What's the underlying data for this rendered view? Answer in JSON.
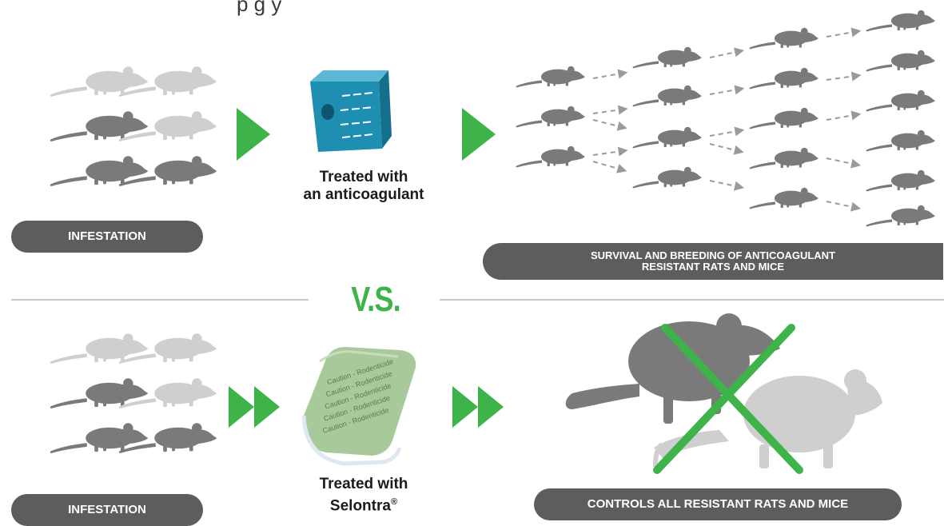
{
  "header": {
    "partial_text": "p        g  y"
  },
  "top_row": {
    "infestation_label": "INFESTATION",
    "treatment_caption_line1": "Treated with",
    "treatment_caption_line2": "an anticoagulant",
    "outcome_label_line1": "SURVIVAL AND BREEDING OF ANTICOAGULANT",
    "outcome_label_line2": "RESISTANT RATS AND MICE"
  },
  "separator": {
    "text": "V.S."
  },
  "bottom_row": {
    "infestation_label": "INFESTATION",
    "treatment_caption_line1": "Treated with",
    "treatment_caption_line2": "Selontra",
    "treatment_caption_mark": "®",
    "outcome_label": "CONTROLS ALL RESISTANT RATS AND MICE",
    "bait_block_text": [
      "Caution - Rodenticide",
      "Caution - Rodenticide",
      "Caution - Rodenticide",
      "Caution - Rodenticide",
      "Caution - Rodenticide"
    ]
  },
  "colors": {
    "accent_green": "#3db34a",
    "pill_gray": "#5d5d5d",
    "rat_dark": "#7a7a7a",
    "rat_light": "#cfcfcf",
    "bait_blue": "#1e8fb0",
    "bait_green": "#a8c99a"
  },
  "icons": [
    "rat-icon",
    "play-arrow-icon",
    "fast-forward-icon",
    "anticoagulant-bait-icon",
    "selontra-bait-icon",
    "cross-out-icon",
    "dashed-arrow-icon"
  ]
}
